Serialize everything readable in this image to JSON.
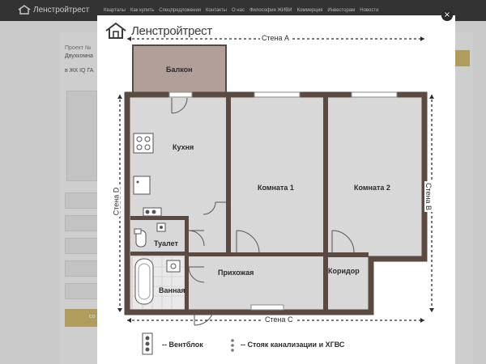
{
  "site": {
    "logo_text": "Ленстройтрест",
    "nav": [
      "Кварталы",
      "Как купить",
      "Спецпредложения",
      "Контакты",
      "О нас",
      "Философия ЖИВИ",
      "Коммерция",
      "Инвесторам",
      "Новости"
    ]
  },
  "background": {
    "project_label": "Проект №",
    "apartment_label": "Двухкомна",
    "complex_label": "в ЖК IQ ГА",
    "side_button": "со"
  },
  "modal": {
    "logo_text": "Ленстройтрест",
    "close_symbol": "×",
    "walls": {
      "a": "Стена A",
      "b": "Стена B",
      "c": "Стена C",
      "d": "Стена D"
    },
    "rooms": {
      "balcony": "Балкон",
      "kitchen": "Кухня",
      "room1": "Комната 1",
      "room2": "Комната 2",
      "toilet": "Туалет",
      "bathroom": "Ванная",
      "hallway": "Прихожая",
      "corridor": "Коридор"
    },
    "legend": {
      "ventblock": "-- Вентблок",
      "riser": "-- Стояк канализации и ХГВС"
    }
  },
  "colors": {
    "wall": "#5b4a42",
    "floor": "#d6d6d6",
    "balcony": "#b29f99",
    "accent": "#c9b36b",
    "topbar": "#3b3b3b"
  }
}
